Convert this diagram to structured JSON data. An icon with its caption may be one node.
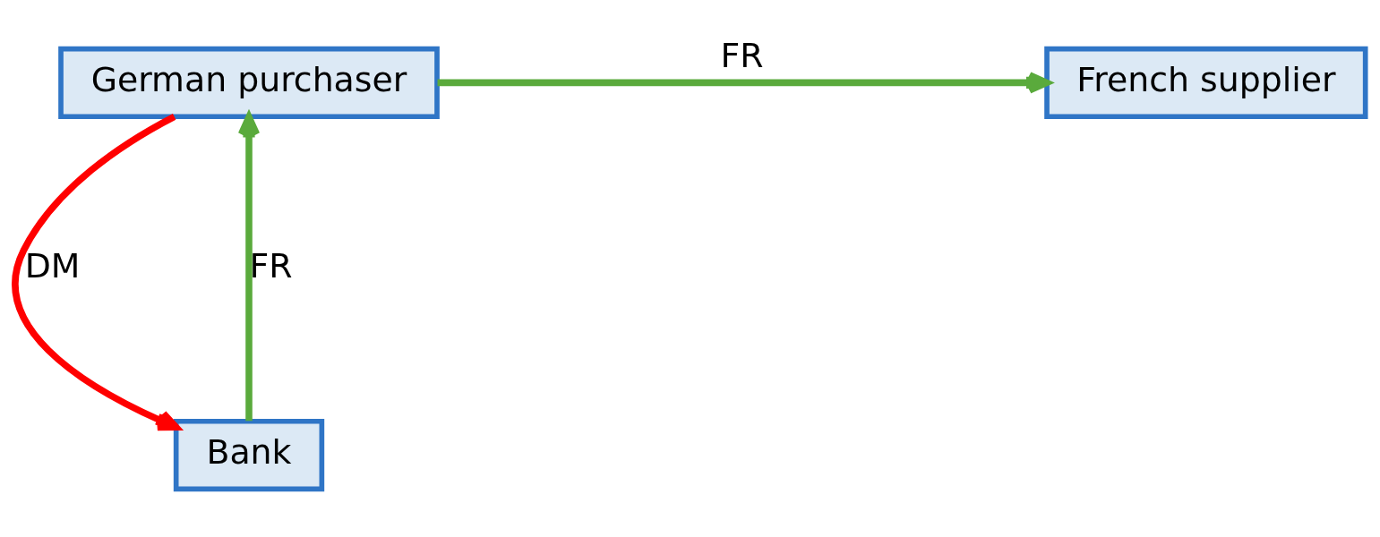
{
  "diagram": {
    "nodes": [
      {
        "text": [
          "German purchaser"
        ]
      },
      {
        "text": [
          "French supplier"
        ]
      },
      {
        "text": [
          "Bank"
        ]
      }
    ],
    "edges": [
      {
        "from": 0,
        "to": 1,
        "arrow": "to",
        "label": "FR"
      },
      {
        "from": 0,
        "to": 2,
        "arrow": "to",
        "label": "DM",
        "color": "#ff0000"
      },
      {
        "from": 2,
        "to": 0,
        "arrow": "to",
        "label": "FR"
      }
    ]
  }
}
